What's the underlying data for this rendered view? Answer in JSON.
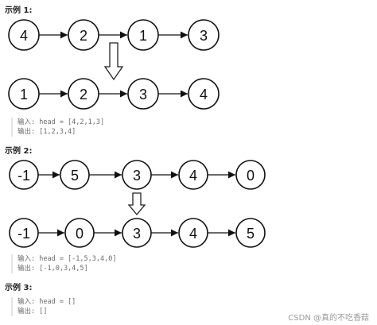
{
  "examples": [
    {
      "title": "示例 1:",
      "before": [
        "4",
        "2",
        "1",
        "3"
      ],
      "after": [
        "1",
        "2",
        "3",
        "4"
      ],
      "input": "输入: head = [4,2,1,3]",
      "output": "输出: [1,2,3,4]"
    },
    {
      "title": "示例 2:",
      "before": [
        "-1",
        "5",
        "3",
        "4",
        "0"
      ],
      "after": [
        "-1",
        "0",
        "3",
        "4",
        "5"
      ],
      "input": "输入: head = [-1,5,3,4,0]",
      "output": "输出: [-1,0,3,4,5]"
    },
    {
      "title": "示例 3:",
      "input": "输入: head = []",
      "output": "输出: []"
    }
  ],
  "watermark": "CSDN @真的不吃香菇"
}
